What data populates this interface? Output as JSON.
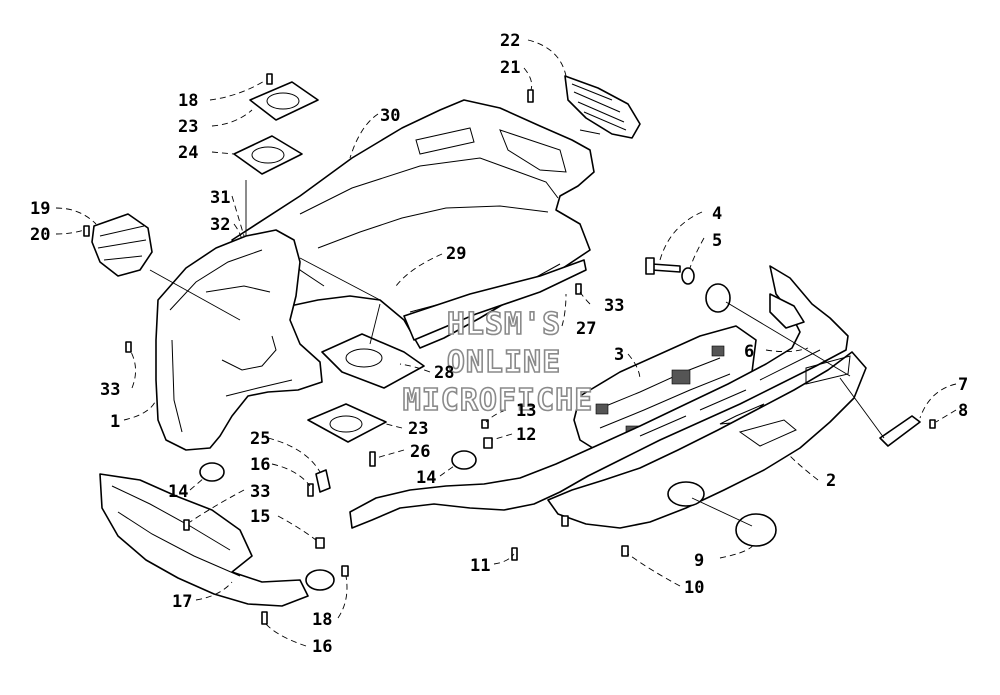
{
  "callouts": [
    {
      "id": "c22",
      "label": "22"
    },
    {
      "id": "c21",
      "label": "21"
    },
    {
      "id": "c18a",
      "label": "18"
    },
    {
      "id": "c23a",
      "label": "23"
    },
    {
      "id": "c24",
      "label": "24"
    },
    {
      "id": "c30",
      "label": "30"
    },
    {
      "id": "c19",
      "label": "19"
    },
    {
      "id": "c20",
      "label": "20"
    },
    {
      "id": "c31",
      "label": "31"
    },
    {
      "id": "c32",
      "label": "32"
    },
    {
      "id": "c29",
      "label": "29"
    },
    {
      "id": "c4",
      "label": "4"
    },
    {
      "id": "c5",
      "label": "5"
    },
    {
      "id": "c33a",
      "label": "33"
    },
    {
      "id": "c27",
      "label": "27"
    },
    {
      "id": "c3",
      "label": "3"
    },
    {
      "id": "c6",
      "label": "6"
    },
    {
      "id": "c33b",
      "label": "33"
    },
    {
      "id": "c1",
      "label": "1"
    },
    {
      "id": "c28",
      "label": "28"
    },
    {
      "id": "c7",
      "label": "7"
    },
    {
      "id": "c8",
      "label": "8"
    },
    {
      "id": "c13",
      "label": "13"
    },
    {
      "id": "c12",
      "label": "12"
    },
    {
      "id": "c23b",
      "label": "23"
    },
    {
      "id": "c25",
      "label": "25"
    },
    {
      "id": "c26",
      "label": "26"
    },
    {
      "id": "c16a",
      "label": "16"
    },
    {
      "id": "c14a",
      "label": "14"
    },
    {
      "id": "c14b",
      "label": "14"
    },
    {
      "id": "c33c",
      "label": "33"
    },
    {
      "id": "c2",
      "label": "2"
    },
    {
      "id": "c15",
      "label": "15"
    },
    {
      "id": "c9",
      "label": "9"
    },
    {
      "id": "c11",
      "label": "11"
    },
    {
      "id": "c10",
      "label": "10"
    },
    {
      "id": "c17",
      "label": "17"
    },
    {
      "id": "c18b",
      "label": "18"
    },
    {
      "id": "c16b",
      "label": "16"
    }
  ],
  "watermark": {
    "line1": "HLSM'S",
    "line2": "ONLINE",
    "line3": "MICROFICHE"
  }
}
